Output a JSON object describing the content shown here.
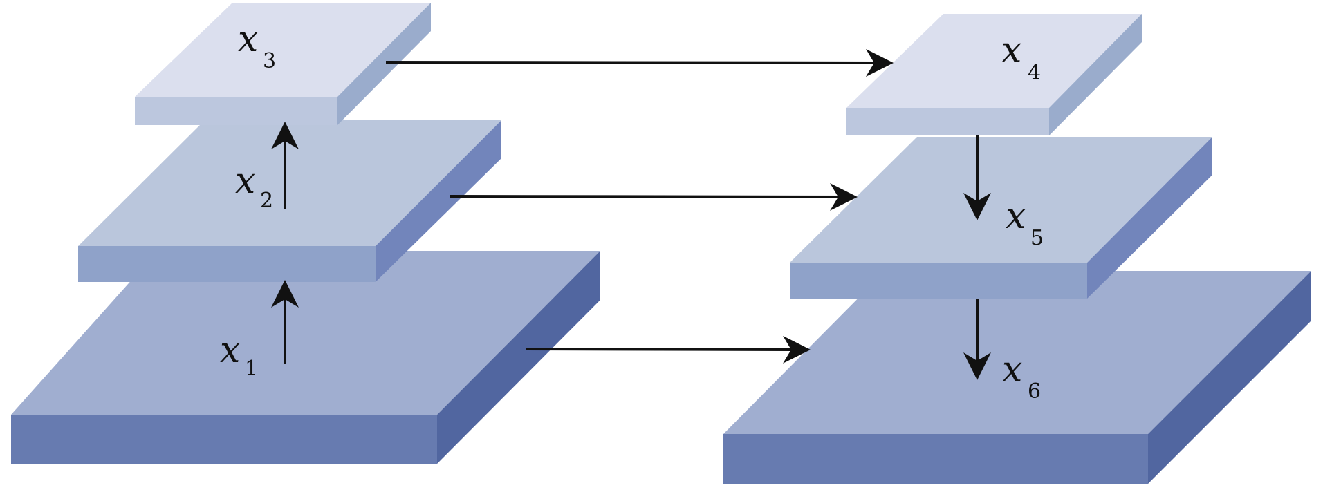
{
  "layers": [
    {
      "var": "x",
      "sub": "1"
    },
    {
      "var": "x",
      "sub": "2"
    },
    {
      "var": "x",
      "sub": "3"
    },
    {
      "var": "x",
      "sub": "4"
    },
    {
      "var": "x",
      "sub": "5"
    },
    {
      "var": "x",
      "sub": "6"
    }
  ],
  "colors": {
    "large_top": "#a0aed0",
    "large_front": "#677bb0",
    "large_side": "#5166a0",
    "medium_top": "#bac6dc",
    "medium_front": "#8fa2c9",
    "medium_side": "#7285bb",
    "small_top": "#dbdfee",
    "small_front": "#bcc7de",
    "small_side": "#9aaccc",
    "arrow": "#111111"
  }
}
